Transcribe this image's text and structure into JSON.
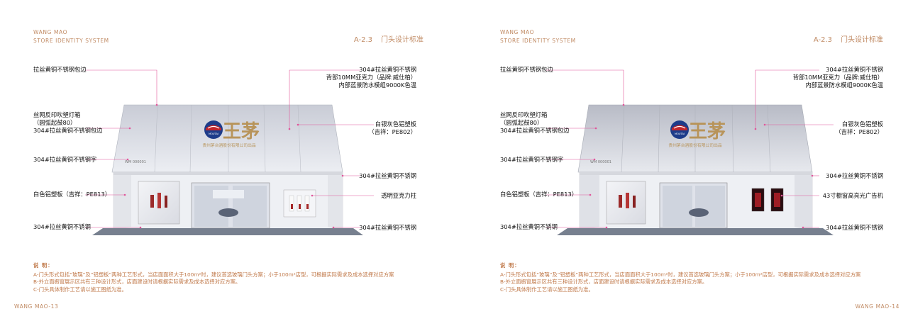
{
  "pages": [
    {
      "header_line1": "WANG MAO",
      "header_line2": "STORE IDENTITY SYSTEM",
      "section_code": "A-2.3",
      "section_title": "门头设计标准",
      "labels_left": [
        "拉丝黄铜不锈钢包边",
        "丝网反印吹塑灯箱",
        "（圆弧起鼓80）",
        "304#拉丝黄铜不锈钢包边",
        "304#拉丝黄铜不锈钢字",
        "白色铝塑板（吉祥：PE813）",
        "304#拉丝黄铜不锈钢"
      ],
      "labels_right": [
        "304#拉丝黄铜不锈钢",
        "背部10MM亚克力（品牌:威仕柏）",
        "内部蓝景防水模组9000K色温",
        "白银灰色铝塑板",
        "（吉祥：PE802）",
        "304#拉丝黄铜不锈钢",
        "透明亚克力柱",
        "304#拉丝黄铜不锈钢"
      ],
      "sign_brand": "王茅",
      "sign_logo_text": "MOUTAI",
      "sign_subtext": "贵州茅台酒股份有限公司出品",
      "door_plate": "WM 000001",
      "notes_title": "说 明：",
      "notes": [
        "A-门头形式包括“玻璃”及“铝塑板”两种工艺形式，当店面面积大于100m²时，建议首选玻璃门头方案；小于100m²店型，可根据实际需求及成本选择对应方案",
        "B-外立面橱窗展示区共有三种设计形式，店面建设时请根据实际需求及成本选择对应方案。",
        "C-门头具体制作工艺请以施工图纸为准。"
      ],
      "page_number": "WANG MAO-13"
    },
    {
      "header_line1": "WANG MAO",
      "header_line2": "STORE IDENTITY SYSTEM",
      "section_code": "A-2.3",
      "section_title": "门头设计标准",
      "labels_left": [
        "拉丝黄铜不锈钢包边",
        "丝网反印吹塑灯箱",
        "（圆弧起鼓80）",
        "304#拉丝黄铜不锈钢包边",
        "304#拉丝黄铜不锈钢字",
        "白色铝塑板（吉祥：PE813）",
        "304#拉丝黄铜不锈钢"
      ],
      "labels_right": [
        "304#拉丝黄铜不锈钢",
        "背部10MM亚克力（品牌:威仕柏）",
        "内部蓝景防水模组9000K色温",
        "白银灰色铝塑板",
        "（吉祥：PE802）",
        "304#拉丝黄铜不锈钢",
        "43寸橱窗高亮光广告机",
        "304#拉丝黄铜不锈钢"
      ],
      "sign_brand": "王茅",
      "sign_logo_text": "MOUTAI",
      "sign_subtext": "贵州茅台酒股份有限公司出品",
      "door_plate": "WM 000001",
      "notes_title": "说 明：",
      "notes": [
        "A-门头形式包括“玻璃”及“铝塑板”两种工艺形式，当店面面积大于100m²时，建议首选玻璃门头方案；小于100m²店型，可根据实际需求及成本选择对应方案",
        "B-外立面橱窗展示区共有三种设计形式，店面建设时请根据实际需求及成本选择对应方案。",
        "C-门头具体制作工艺请以施工图纸为准。"
      ],
      "page_number": "WANG MAO-14"
    }
  ],
  "colors": {
    "accent": "#c08a63",
    "leader_line": "#e0569a",
    "note_text": "#c0794a"
  }
}
